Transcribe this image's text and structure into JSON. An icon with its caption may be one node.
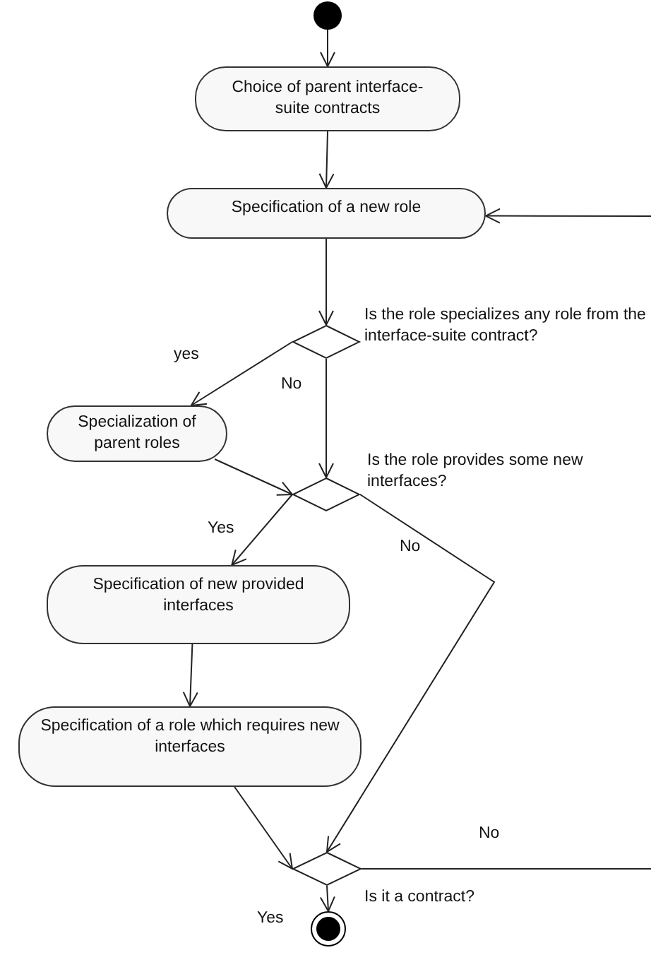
{
  "diagram": {
    "nodes": [
      {
        "text": [],
        "shape": "circle"
      },
      {
        "text": [
          "Choice of parent interface-suite contracts"
        ]
      },
      {
        "text": [
          "Specification of a new role"
        ]
      },
      {
        "text": [],
        "shape": "diamond",
        "beside": [
          "Is the role specializes any role from the interface-suite contract?"
        ]
      },
      {
        "text": [
          "Specialization of parent roles"
        ]
      },
      {
        "text": [],
        "shape": "diamond",
        "beside": [
          "Is the role provides some new interfaces?"
        ]
      },
      {
        "text": [
          "Specification of new provided interfaces"
        ]
      },
      {
        "text": [
          "Specification of a role which requires new interfaces"
        ]
      },
      {
        "text": [],
        "shape": "diamond",
        "beside": [
          "Is it a contract?"
        ]
      },
      {
        "text": [],
        "shape": "circle"
      }
    ],
    "edges": [
      {
        "from": 0,
        "to": 1,
        "arrow": "to"
      },
      {
        "from": 1,
        "to": 2,
        "arrow": "to"
      },
      {
        "from": 2,
        "to": 3,
        "arrow": "to"
      },
      {
        "from": 3,
        "to": 4,
        "arrow": "to",
        "label": "yes"
      },
      {
        "from": 3,
        "to": 5,
        "arrow": "to",
        "label": "No"
      },
      {
        "from": 4,
        "to": 5,
        "arrow": "to"
      },
      {
        "from": 5,
        "to": 6,
        "arrow": "to",
        "label": "Yes"
      },
      {
        "from": 5,
        "to": 8,
        "arrow": "to",
        "label": "No"
      },
      {
        "from": 6,
        "to": 7,
        "arrow": "to"
      },
      {
        "from": 7,
        "to": 8,
        "arrow": "to"
      },
      {
        "from": 8,
        "to": 9,
        "arrow": "to",
        "label": "Yes"
      },
      {
        "from": 8,
        "to": 2,
        "arrow": "to",
        "label": "No"
      }
    ]
  }
}
